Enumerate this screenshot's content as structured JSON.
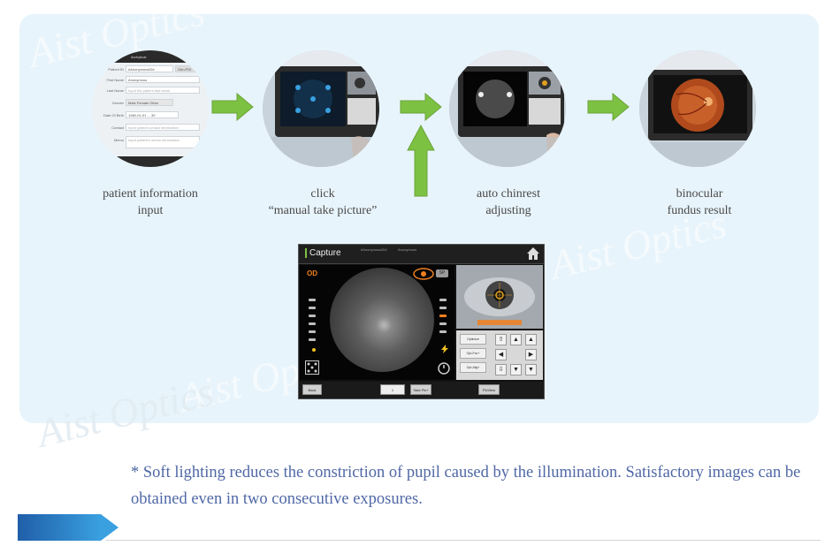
{
  "watermark_text": "Aist Optics",
  "steps": [
    {
      "line1": "patient information",
      "line2": "input"
    },
    {
      "line1": "click",
      "line2": "“manual take picture”"
    },
    {
      "line1": "auto chinrest",
      "line2": "adjusting"
    },
    {
      "line1": "binocular",
      "line2": "fundus result"
    }
  ],
  "patient_form": {
    "tab": "Archytical",
    "rows": [
      {
        "label": "Patient ID",
        "value": "#AnonymousID#"
      },
      {
        "label": "First Name",
        "value": "Anonymous"
      },
      {
        "label": "Last Name",
        "value": "Input the patient last name"
      },
      {
        "label": "Gender",
        "value": "Male  Female  Other"
      },
      {
        "label": "Date Of Birth",
        "value": "1980-01-01 ... 39"
      },
      {
        "label": "Contact",
        "value": "Input patient contact information"
      },
      {
        "label": "Memo",
        "value": "Input patient's memo information"
      }
    ],
    "gen_pid": "Gen.PID"
  },
  "capture": {
    "title": "Capture",
    "patient_id": "#AnonymousID#",
    "patient_name": "Anonymous",
    "eye": "OD",
    "sp": "SP",
    "buttons": {
      "optimize": "Optimize",
      "opt_foc": "Opt-Foc+",
      "opt_alig": "Opt-Alig+"
    },
    "bottom": {
      "back": "Back",
      "count": "1",
      "take_pic": "Take Pic+",
      "pic_view": "PicView"
    }
  },
  "note": "* Soft lighting reduces the constriction of pupil caused by the illumination. Satisfactory images can be obtained even in two consecutive exposures.",
  "colors": {
    "panel_bg": "#e8f4fb",
    "arrow_green": "#7dc142",
    "note_text": "#4f68a6",
    "accent_orange": "#f08020"
  }
}
